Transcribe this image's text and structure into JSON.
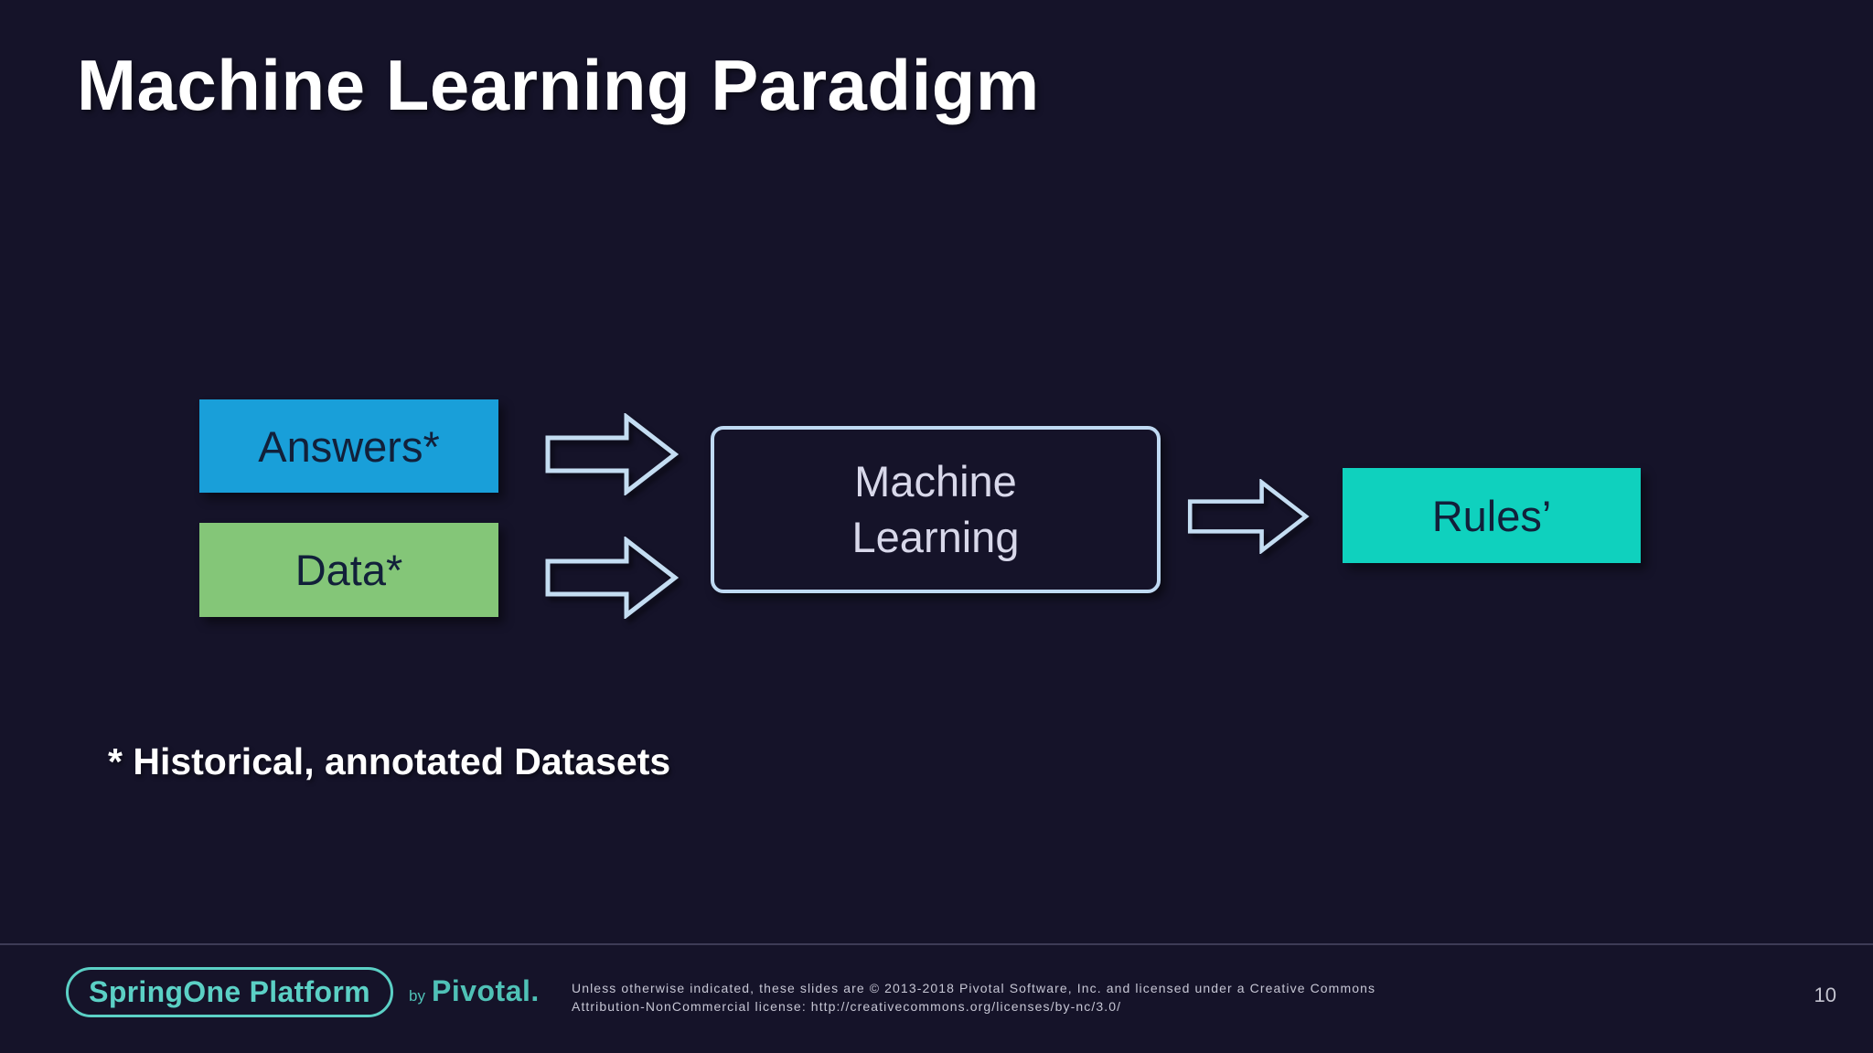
{
  "slide": {
    "title": "Machine Learning Paradigm",
    "footnote": "* Historical, annotated Datasets",
    "background_color": "#151329"
  },
  "diagram": {
    "answers_box": {
      "label": "Answers*",
      "color": "#199fd9",
      "text_color": "#12203a"
    },
    "data_box": {
      "label": "Data*",
      "color": "#84c678",
      "text_color": "#12203a"
    },
    "ml_box": {
      "line1": "Machine",
      "line2": "Learning",
      "border_color": "#bfd9f2",
      "text_color": "#d8d8ea"
    },
    "rules_box": {
      "label": "Rules’",
      "color": "#0fd1be",
      "text_color": "#12203a"
    },
    "arrow_color": "#c4ddf2"
  },
  "footer": {
    "logo_text": "SpringOne Platform",
    "logo_color": "#5bd0c5",
    "by_label": "by",
    "brand": "Pivotal.",
    "brand_color": "#4fc1b6",
    "license_line1": "Unless otherwise indicated, these slides are © 2013-2018 Pivotal Software, Inc. and licensed under a Creative Commons",
    "license_line2": "Attribution-NonCommercial license: http://creativecommons.org/licenses/by-nc/3.0/",
    "license_color": "#c6c6d4",
    "page_number": "10"
  }
}
